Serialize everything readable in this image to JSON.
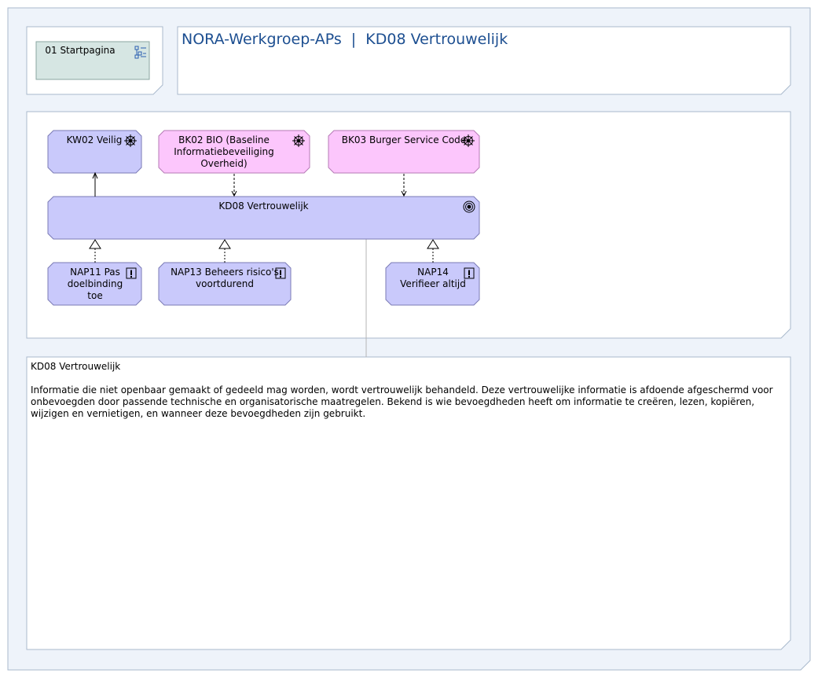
{
  "header": {
    "title": "NORA-Werkgroep-APs  |  KD08 Vertrouwelijk"
  },
  "nav": {
    "home_button": "01 Startpagina"
  },
  "diagram": {
    "nodes": {
      "kw02": "KW02 Veilig",
      "bk02": "BK02 BIO (Baseline Informatiebeveiliging Overheid)",
      "bk03": "BK03 Burger Service Code",
      "kd08": "KD08 Vertrouwelijk",
      "nap11": "NAP11 Pas doelbinding toe",
      "nap13": "NAP13 Beheers risico's voortdurend",
      "nap14": "NAP14 Verifieer altijd"
    }
  },
  "description": {
    "title": "KD08 Vertrouwelijk",
    "text": "Informatie die niet openbaar gemaakt of gedeeld mag worden, wordt vertrouwelijk behandeld. Deze vertrouwelijke informatie is afdoende afgeschermd voor onbevoegden door passende technische en organisatorische maatregelen. Bekend is wie bevoegdheden heeft om informatie te creëren, lezen, kopiëren, wijzigen en vernietigen, en wanneer deze bevoegdheden zijn gebruikt."
  },
  "colors": {
    "frame_fill": "#eef3fa",
    "frame_border": "#a9b9cc",
    "home_fill": "#d6e6e3",
    "node_blue": "#c9c9fb",
    "node_pink": "#fcc6fc",
    "title_color": "#1d4f91"
  }
}
